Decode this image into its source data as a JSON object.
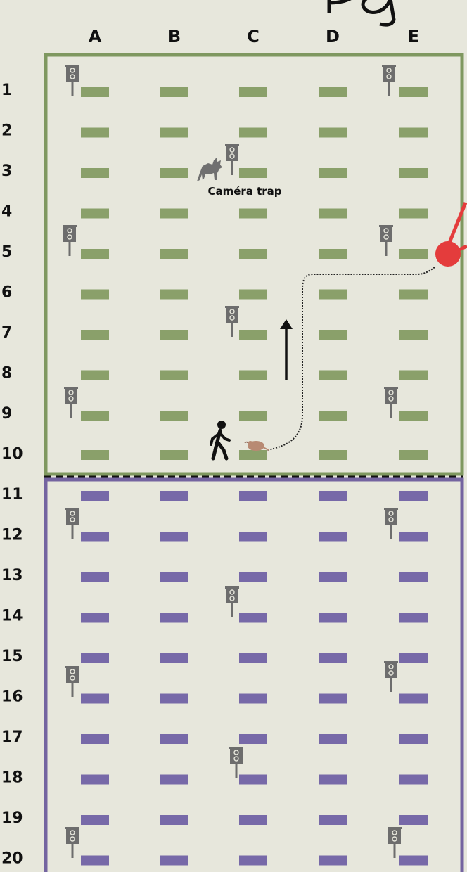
{
  "columns": [
    "A",
    "B",
    "C",
    "D",
    "E"
  ],
  "rows": [
    "1",
    "2",
    "3",
    "4",
    "5",
    "6",
    "7",
    "8",
    "9",
    "10",
    "11",
    "12",
    "13",
    "14",
    "15",
    "16",
    "17",
    "18",
    "19",
    "20"
  ],
  "camera_label": "Caméra trap",
  "colors": {
    "background": "#e7e7dc",
    "zone_top_border": "#7f9860",
    "zone_top_plot": "#8aa06a",
    "zone_bottom_border": "#7464a0",
    "zone_bottom_plot": "#7769a8",
    "camera": "#6d6d6d",
    "wolf": "#707070",
    "person": "#111111",
    "mouse": "#b88a73",
    "red_marker": "#e43c3c",
    "text": "#111111"
  },
  "icons": [
    "camera-trap-icon",
    "wolf-icon",
    "person-walking-icon",
    "small-animal-icon",
    "red-marker-icon",
    "up-arrow-icon"
  ]
}
